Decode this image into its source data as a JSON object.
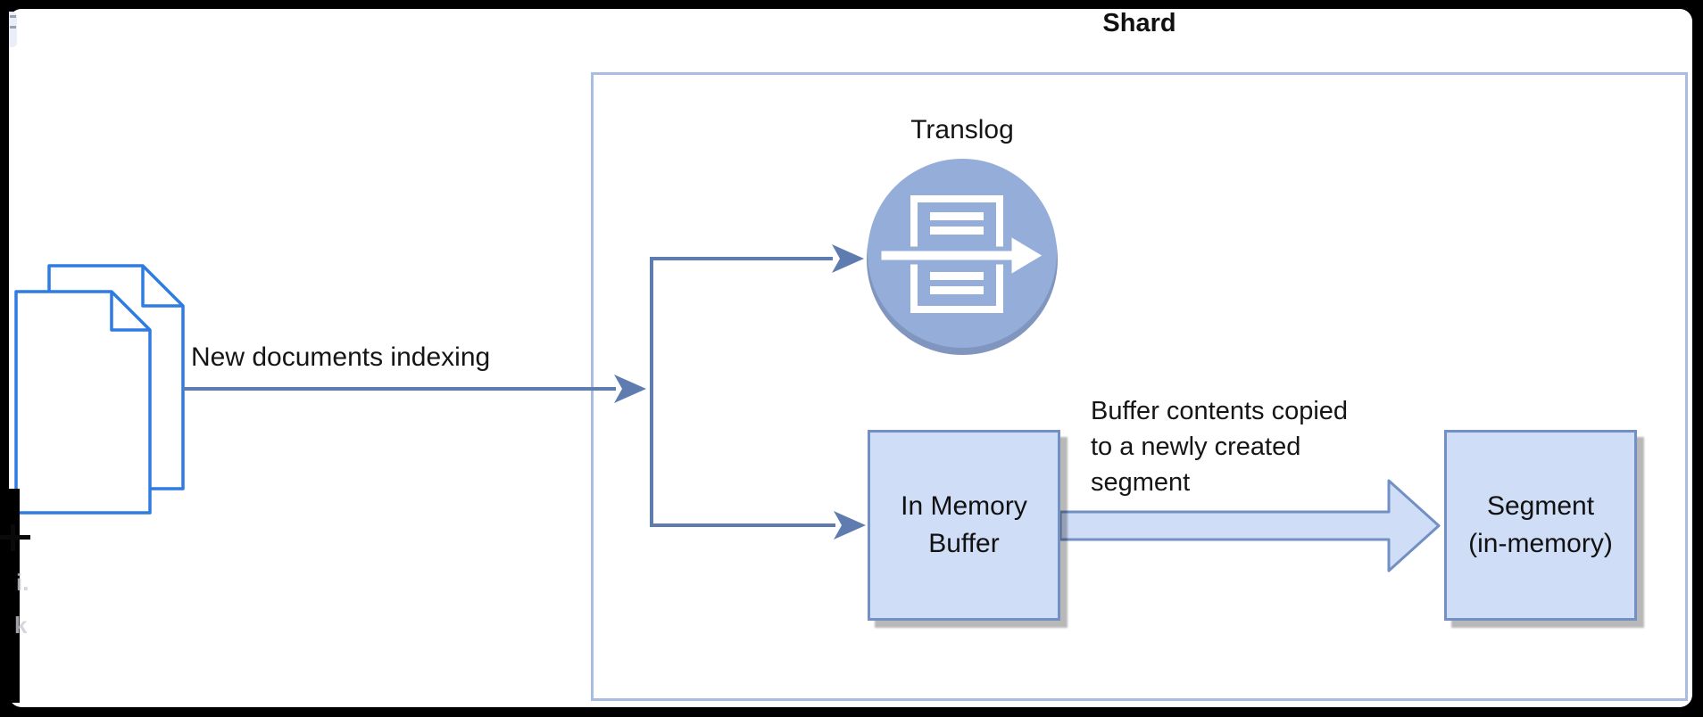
{
  "shard": {
    "label": "Shard"
  },
  "translog": {
    "label": "Translog"
  },
  "buffer": {
    "label": "In Memory\nBuffer"
  },
  "segment": {
    "label": "Segment\n(in-memory)"
  },
  "edges": {
    "ingest": {
      "label": "New documents indexing"
    },
    "flush": {
      "label": "Buffer contents copied\nto a newly created\nsegment"
    }
  },
  "colors": {
    "frame": "#000000",
    "canvas": "#ffffff",
    "node_fill": "#cfddf6",
    "node_border": "#7290c4",
    "connector": "#5e7cb0",
    "shard_border": "#a9bde2",
    "circle_fill": "#95add9",
    "circle_rim": "#8196bf",
    "doc_outline": "#2e7ce1",
    "text": "#111111"
  }
}
